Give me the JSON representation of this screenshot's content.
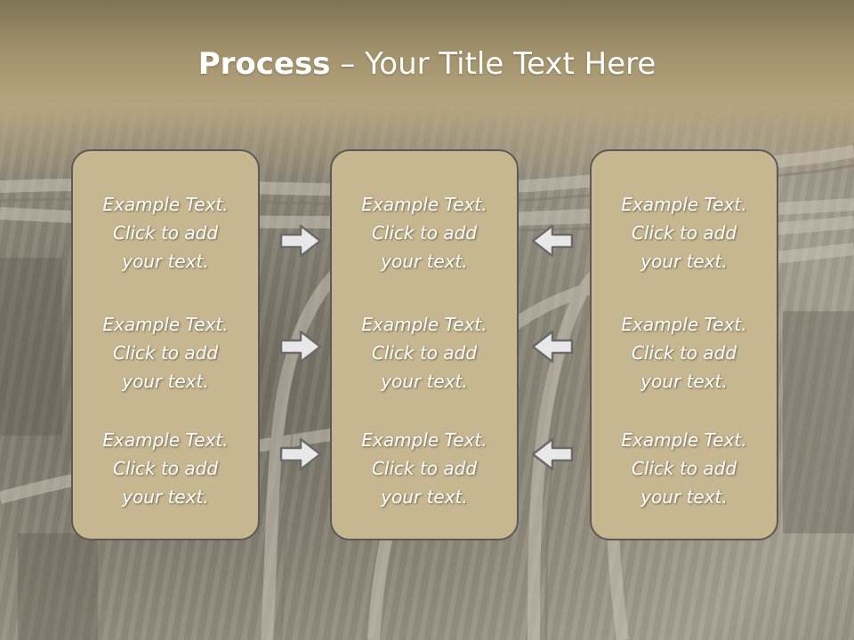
{
  "title": {
    "bold": "Process",
    "rest": " – Your Title Text Here"
  },
  "boxes": [
    {
      "items": [
        {
          "line1": "Example Text.",
          "line2": "Click  to add",
          "line3": "your text."
        },
        {
          "line1": "Example Text.",
          "line2": "Click  to add",
          "line3": "your text."
        },
        {
          "line1": "Example Text.",
          "line2": "Click  to add",
          "line3": "your text."
        }
      ]
    },
    {
      "items": [
        {
          "line1": "Example Text.",
          "line2": "Click  to add",
          "line3": "your text."
        },
        {
          "line1": "Example Text.",
          "line2": "Click  to add",
          "line3": "your text."
        },
        {
          "line1": "Example Text.",
          "line2": "Click  to add",
          "line3": "your text."
        }
      ]
    },
    {
      "items": [
        {
          "line1": "Example Text.",
          "line2": "Click  to add",
          "line3": "your text."
        },
        {
          "line1": "Example Text.",
          "line2": "Click  to add",
          "line3": "your text."
        },
        {
          "line1": "Example Text.",
          "line2": "Click  to add",
          "line3": "your text."
        }
      ]
    }
  ],
  "arrows": {
    "left_group": "arrow-right-icon",
    "right_group": "arrow-left-icon"
  },
  "colors": {
    "header": "#a2936d",
    "box_fill": "#c6b791",
    "box_border": "#5d5a55",
    "arrow_fill": "#e8e8e8",
    "arrow_stroke": "#6a6a6a"
  }
}
